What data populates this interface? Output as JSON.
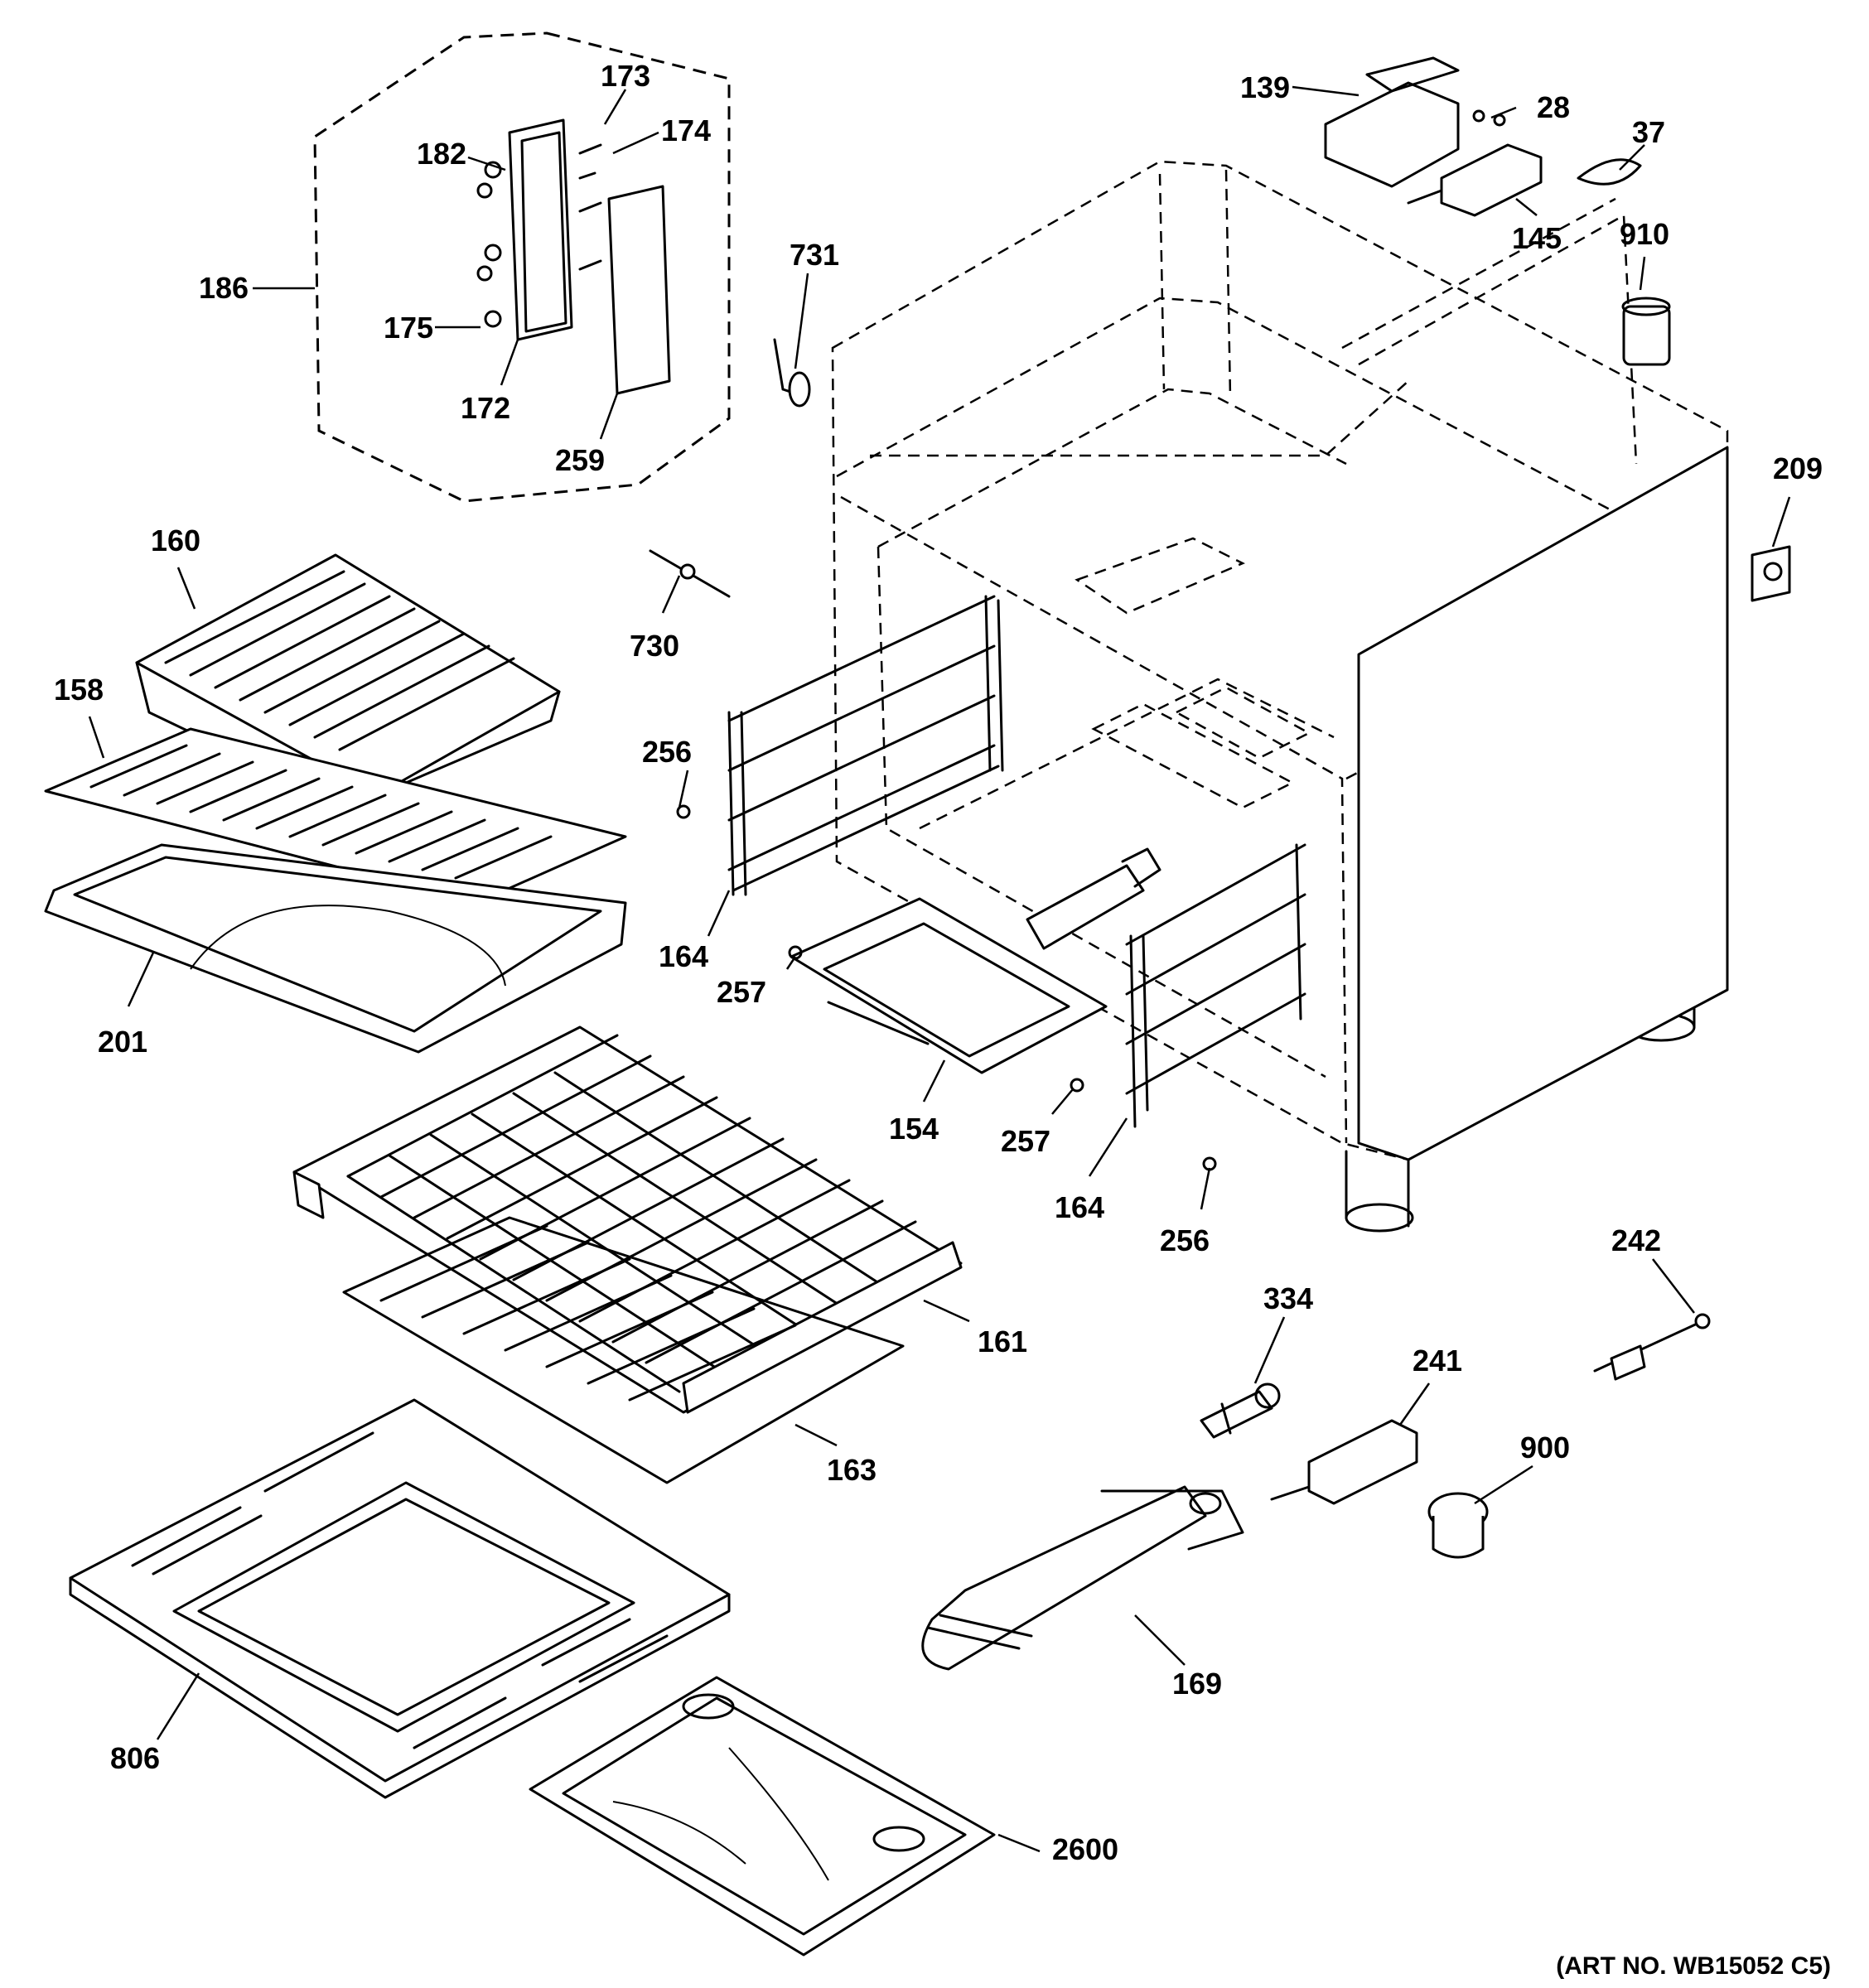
{
  "art_number": "(ART NO. WB15052 C5)",
  "callouts": {
    "p173": "173",
    "p174": "174",
    "p182": "182",
    "p186": "186",
    "p175": "175",
    "p172": "172",
    "p259": "259",
    "p731": "731",
    "p730": "730",
    "p139": "139",
    "p28": "28",
    "p37": "37",
    "p145": "145",
    "p910": "910",
    "p209": "209",
    "p160": "160",
    "p158": "158",
    "p201": "201",
    "p256a": "256",
    "p164a": "164",
    "p257a": "257",
    "p154": "154",
    "p257b": "257",
    "p164b": "164",
    "p256b": "256",
    "p161": "161",
    "p163": "163",
    "p334": "334",
    "p241": "241",
    "p242": "242",
    "p900": "900",
    "p169": "169",
    "p806": "806",
    "p2600": "2600"
  }
}
